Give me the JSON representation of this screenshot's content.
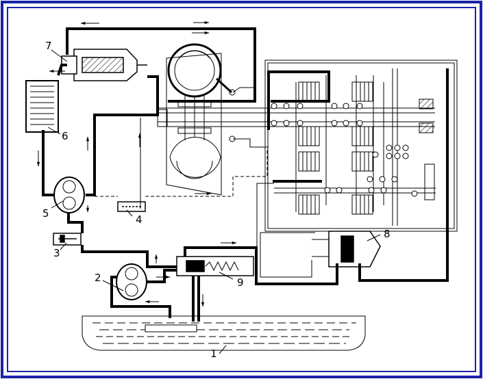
{
  "labels": {
    "l1": "1",
    "l2": "2",
    "l3": "3",
    "l4": "4",
    "l5": "5",
    "l6": "6",
    "l7": "7",
    "l8": "8",
    "l9": "9"
  },
  "colors": {
    "frame": "#1a22a8",
    "ink": "#000000",
    "paper": "#ffffff"
  }
}
